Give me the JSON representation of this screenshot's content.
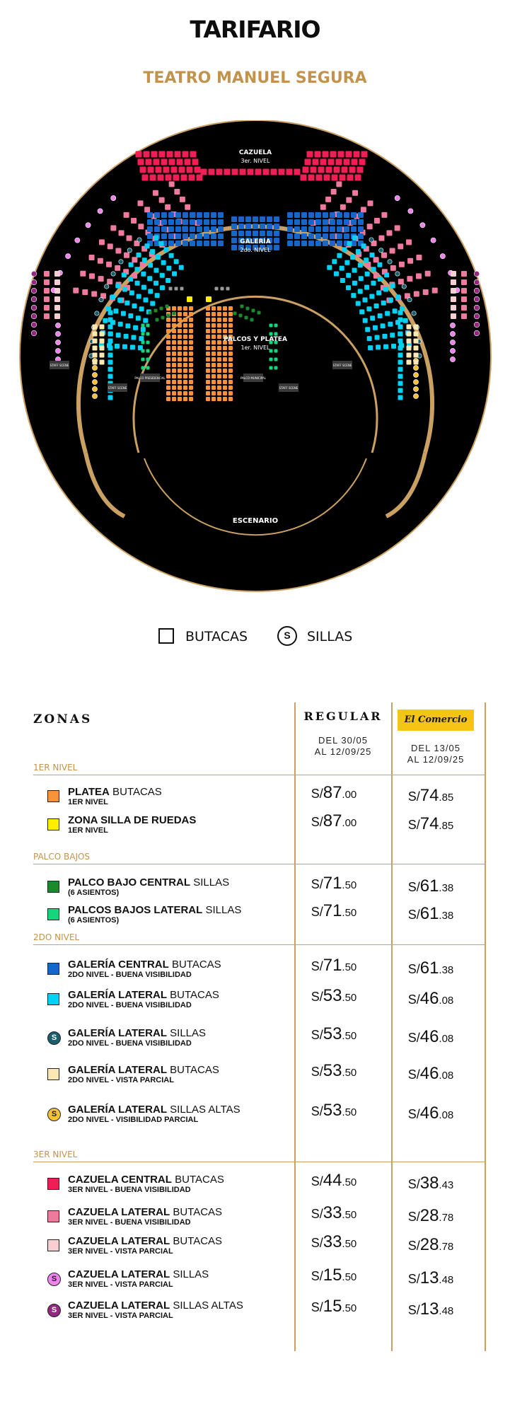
{
  "header": {
    "title": "TARIFARIO",
    "venue": "TEATRO MANUEL SEGURA"
  },
  "map": {
    "cazuela": "CAZUELA",
    "cazuela_level": "3er. NIVEL",
    "galeria": "GALERÍA",
    "galeria_level": "2do. NIVEL",
    "palcos": "PALCOS Y PLATEA",
    "palcos_level": "1er. NIVEL",
    "escenario": "ESCENARIO",
    "palco_presidencial": "PALCO PRESIDENCIAL",
    "palco_municipal": "PALCO MUNICIPAL",
    "staff_scene": "STAFF SCENE",
    "colors": {
      "platea": "#f7943a",
      "silla_ruedas": "#ffee00",
      "palco_central": "#1a8a2a",
      "palco_lateral": "#14d67d",
      "galeria_central": "#1667c9",
      "galeria_lateral": "#00d2f5",
      "galeria_lateral_silla": "#1a5e6e",
      "galeria_parcial": "#fbe9b4",
      "galeria_altas": "#f5c13c",
      "cazuela_central": "#f01e54",
      "cazuela_lateral": "#ee7a9d",
      "cazuela_parcial": "#f7cfd2",
      "cazuela_silla": "#ee82ee",
      "cazuela_altas": "#93287f",
      "gold": "#caa063"
    }
  },
  "legend": {
    "butacas": "BUTACAS",
    "sillas": "SILLAS",
    "sillas_icon": "S"
  },
  "table": {
    "zonas": "ZONAS",
    "regular": "REGULAR",
    "regular_dates": [
      "DEL 30/05",
      "AL 12/09/25"
    ],
    "promo_brand": "El Comercio",
    "promo_dates": [
      "DEL 13/05",
      "AL 12/09/25"
    ],
    "currency": "S/",
    "sections": [
      "1ER NIVEL",
      "PALCO BAJOS",
      "2DO NIVEL",
      "3ER NIVEL"
    ],
    "rows": [
      {
        "name": "PLATEA",
        "kind": "BUTACAS",
        "sub": "1ER NIVEL",
        "color": "#f7943a",
        "icon": "square",
        "regular_int": "87",
        "regular_dec": ".00",
        "promo_int": "74",
        "promo_dec": ".85"
      },
      {
        "name": "ZONA SILLA DE RUEDAS",
        "kind": "",
        "sub": "1ER NIVEL",
        "color": "#ffee00",
        "icon": "square",
        "regular_int": "87",
        "regular_dec": ".00",
        "promo_int": "74",
        "promo_dec": ".85"
      },
      {
        "name": "PALCO BAJO CENTRAL",
        "kind": "SILLAS",
        "sub": "(6 ASIENTOS)",
        "color": "#1a8a2a",
        "icon": "square",
        "regular_int": "71",
        "regular_dec": ".50",
        "promo_int": "61",
        "promo_dec": ".38"
      },
      {
        "name": "PALCOS BAJOS LATERAL",
        "kind": "SILLAS",
        "sub": "(6 ASIENTOS)",
        "color": "#14d67d",
        "icon": "square",
        "regular_int": "71",
        "regular_dec": ".50",
        "promo_int": "61",
        "promo_dec": ".38"
      },
      {
        "name": "GALERÍA CENTRAL",
        "kind": "BUTACAS",
        "sub": "2DO NIVEL - BUENA VISIBILIDAD",
        "color": "#1667c9",
        "icon": "square",
        "regular_int": "71",
        "regular_dec": ".50",
        "promo_int": "61",
        "promo_dec": ".38"
      },
      {
        "name": "GALERÍA LATERAL",
        "kind": "BUTACAS",
        "sub": "2DO NIVEL - BUENA VISIBILIDAD",
        "color": "#00d2f5",
        "icon": "square",
        "regular_int": "53",
        "regular_dec": ".50",
        "promo_int": "46",
        "promo_dec": ".08"
      },
      {
        "name": "GALERÍA LATERAL",
        "kind": "SILLAS",
        "sub": "2DO  NIVEL - BUENA VISIBILIDAD",
        "color": "#1a5e6e",
        "icon": "circle",
        "regular_int": "53",
        "regular_dec": ".50",
        "promo_int": "46",
        "promo_dec": ".08"
      },
      {
        "name": "GALERÍA LATERAL",
        "kind": "BUTACAS",
        "sub": "2DO  NIVEL - VISTA PARCIAL",
        "color": "#fbe9b4",
        "icon": "square",
        "regular_int": "53",
        "regular_dec": ".50",
        "promo_int": "46",
        "promo_dec": ".08"
      },
      {
        "name": "GALERÍA LATERAL",
        "kind": " SILLAS ALTAS",
        "sub": "2DO  NIVEL - VISIBILIDAD PARCIAL",
        "color": "#f5c13c",
        "icon": "circle",
        "regular_int": "53",
        "regular_dec": ".50",
        "promo_int": "46",
        "promo_dec": ".08"
      },
      {
        "name": "CAZUELA CENTRAL",
        "kind": "BUTACAS",
        "sub": "3ER NIVEL - BUENA VISIBILIDAD",
        "color": "#f01e54",
        "icon": "square",
        "regular_int": "44",
        "regular_dec": ".50",
        "promo_int": "38",
        "promo_dec": ".43"
      },
      {
        "name": "CAZUELA LATERAL",
        "kind": "BUTACAS",
        "sub": "3ER NIVEL - BUENA VISIBILIDAD",
        "color": "#ee7a9d",
        "icon": "square",
        "regular_int": "33",
        "regular_dec": ".50",
        "promo_int": "28",
        "promo_dec": ".78"
      },
      {
        "name": "CAZUELA LATERAL",
        "kind": "BUTACAS",
        "sub": "3ER NIVEL - VISTA PARCIAL",
        "color": "#f7cfd2",
        "icon": "square",
        "regular_int": "33",
        "regular_dec": ".50",
        "promo_int": "28",
        "promo_dec": ".78"
      },
      {
        "name": "CAZUELA LATERAL",
        "kind": "SILLAS",
        "sub": "3ER NIVEL - VISTA PARCIAL",
        "color": "#ee82ee",
        "icon": "circle",
        "regular_int": "15",
        "regular_dec": ".50",
        "promo_int": "13",
        "promo_dec": ".48"
      },
      {
        "name": "CAZUELA LATERAL",
        "kind": "SILLAS ALTAS",
        "sub": "3ER NIVEL - VISTA PARCIAL",
        "color": "#93287f",
        "icon": "circle",
        "regular_int": "15",
        "regular_dec": ".50",
        "promo_int": "13",
        "promo_dec": ".48"
      }
    ]
  }
}
